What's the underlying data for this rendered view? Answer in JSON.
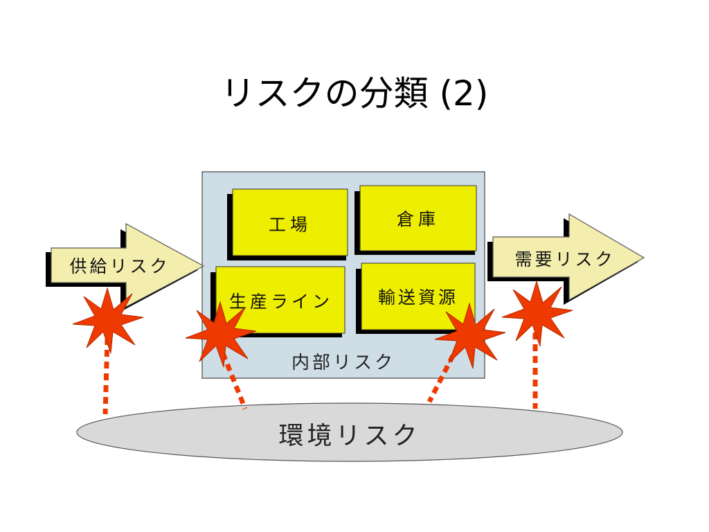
{
  "slide": {
    "title": "リスクの分類 (2)"
  },
  "internal_box": {
    "caption": "内部リスク",
    "cells": [
      "工場",
      "倉庫",
      "生産ライン",
      "輸送資源"
    ]
  },
  "arrows": {
    "supply_label": "供給リスク",
    "demand_label": "需要リスク"
  },
  "environment": {
    "label": "環境リスク"
  },
  "colors": {
    "internal_box_fill": "#cfdde6",
    "cell_fill": "#eeee00",
    "arrow_fill": "#f3eeae",
    "ellipse_fill": "#d9d9d9",
    "burst_fill": "#ee3a00",
    "dotted_line": "#ee3a00",
    "shadow": "#000000"
  }
}
